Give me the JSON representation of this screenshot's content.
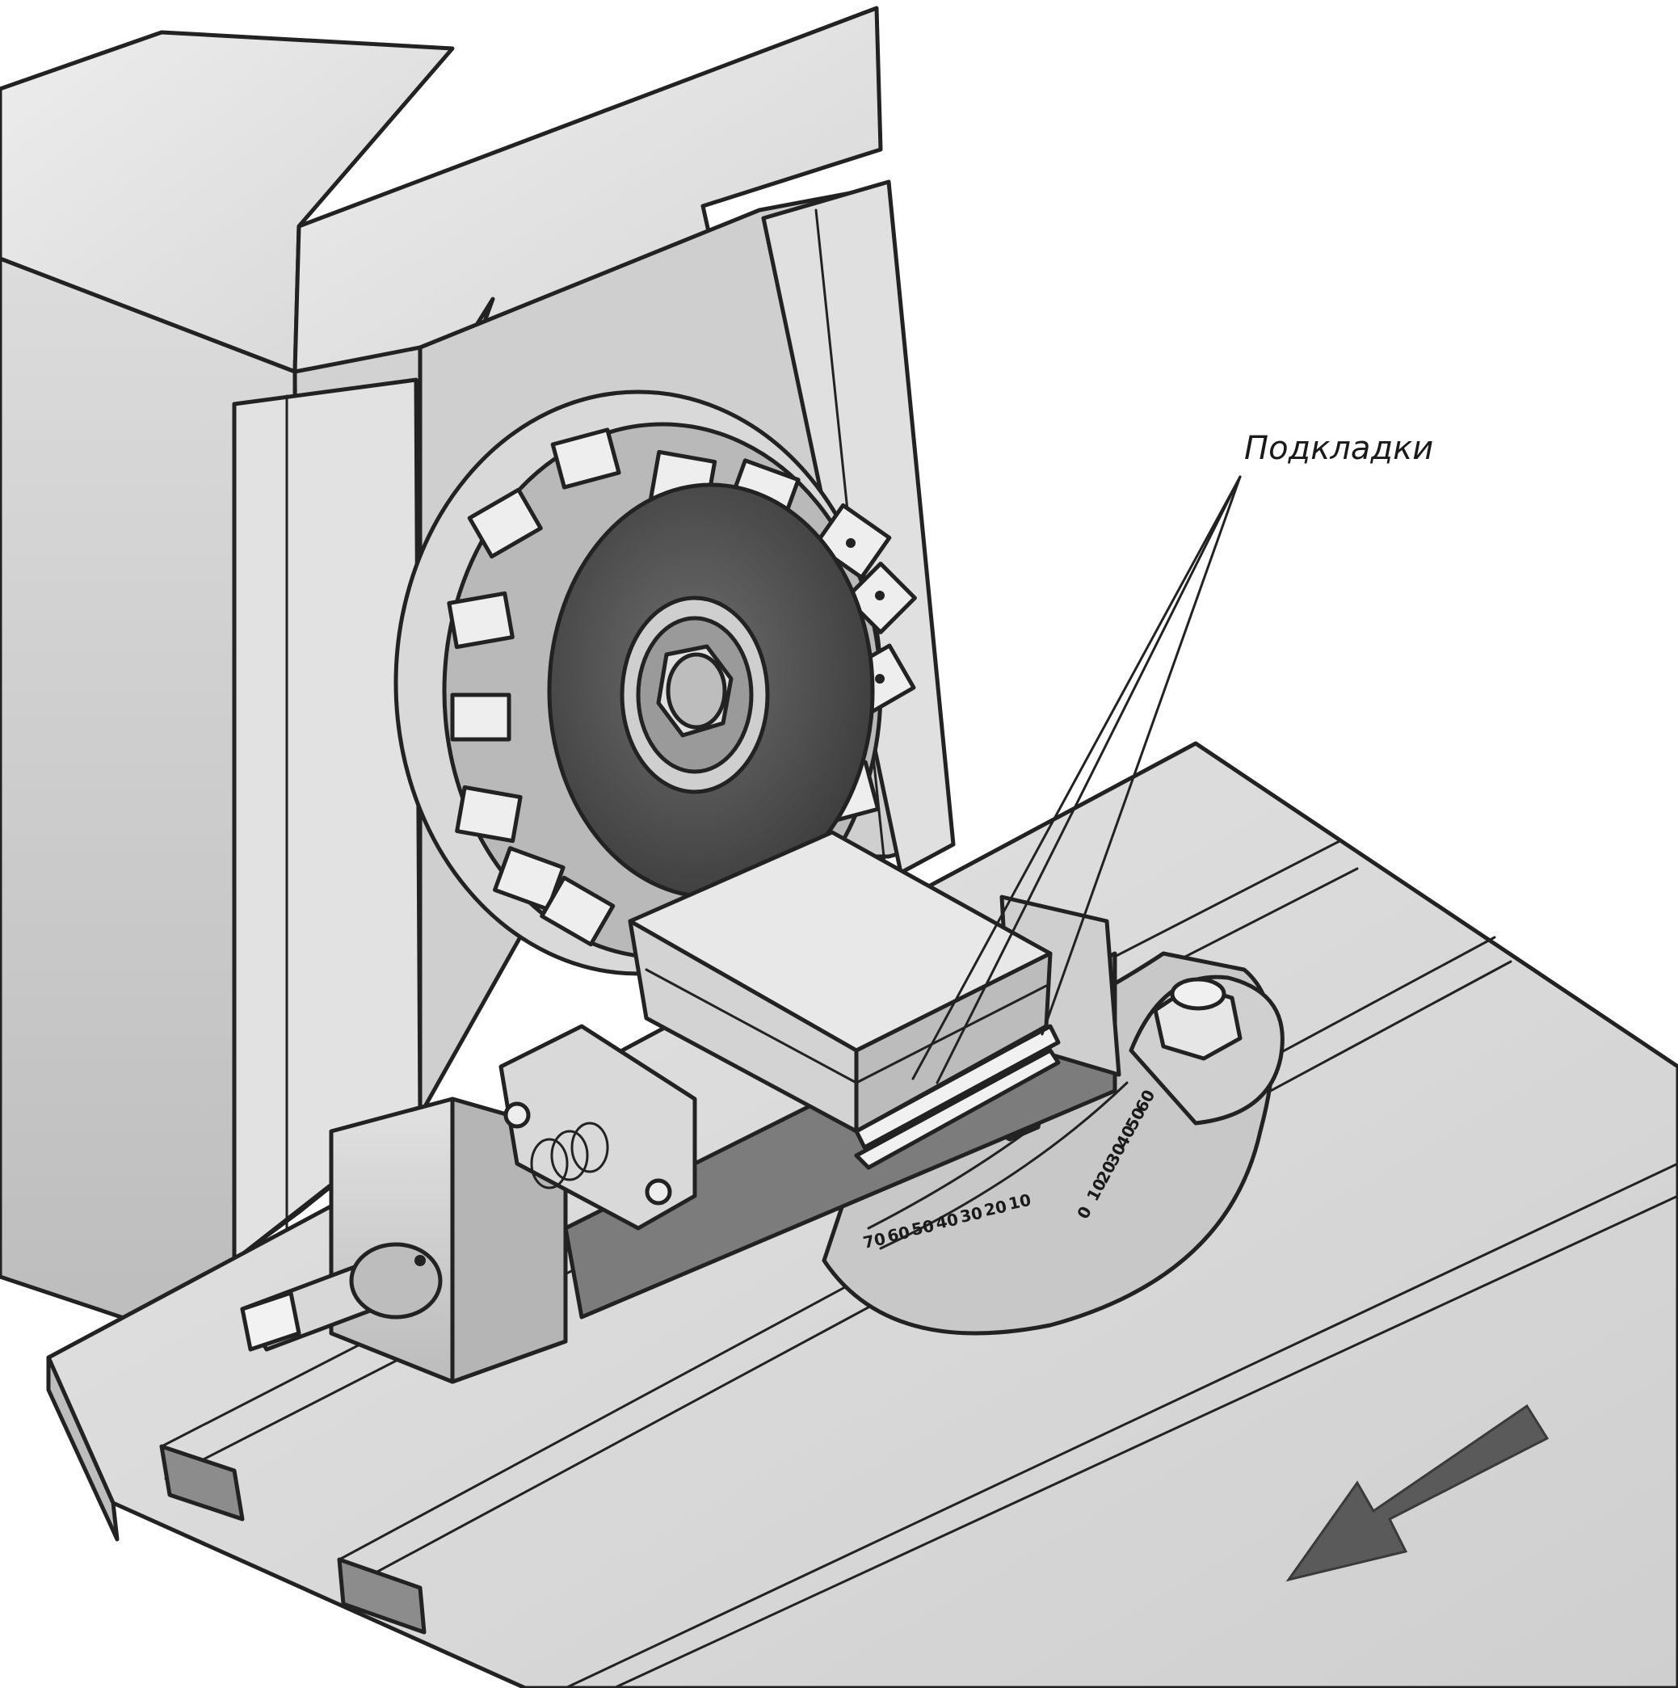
{
  "figure": {
    "callout_label": "Подкладки",
    "scale_numbers_lower": [
      "70",
      "60",
      "50",
      "40",
      "30",
      "20",
      "10"
    ],
    "scale_numbers_upper": [
      "0",
      "10",
      "20",
      "30",
      "40",
      "50",
      "60"
    ]
  },
  "colors": {
    "ink": "#222222",
    "light_gray": "#e6e6e6",
    "mid_gray": "#c8c8c8",
    "dark_gray": "#8a8a8a",
    "darkest": "#4a4a4a",
    "arrow": "#5a5a5a"
  },
  "icons": {
    "feed_arrow": "arrow-down-left-icon"
  }
}
